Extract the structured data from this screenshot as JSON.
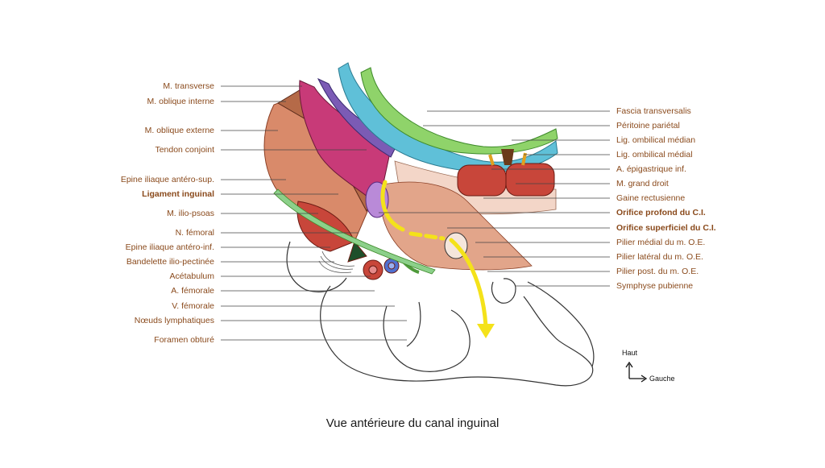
{
  "caption": "Vue antérieure du canal inguinal",
  "labels_left": [
    {
      "text": "M. transverse",
      "bold": false
    },
    {
      "text": "M. oblique interne",
      "bold": false
    },
    {
      "text": "M. oblique externe",
      "bold": false
    },
    {
      "text": "Tendon conjoint",
      "bold": false
    },
    {
      "text": "Epine iliaque antéro-sup.",
      "bold": false
    },
    {
      "text": "Ligament inguinal",
      "bold": true
    },
    {
      "text": "M. ilio-psoas",
      "bold": false
    },
    {
      "text": "N. fémoral",
      "bold": false
    },
    {
      "text": "Epine iliaque antéro-inf.",
      "bold": false
    },
    {
      "text": "Bandelette ilio-pectinée",
      "bold": false
    },
    {
      "text": "Acétabulum",
      "bold": false
    },
    {
      "text": "A. fémorale",
      "bold": false
    },
    {
      "text": "V. fémorale",
      "bold": false
    },
    {
      "text": "Nœuds lymphatiques",
      "bold": false
    },
    {
      "text": "Foramen obturé",
      "bold": false
    }
  ],
  "labels_right": [
    {
      "text": "Fascia transversalis",
      "bold": false
    },
    {
      "text": "Péritoine pariétal",
      "bold": false
    },
    {
      "text": "Lig. ombilical médian",
      "bold": false
    },
    {
      "text": "Lig. ombilical médial",
      "bold": false
    },
    {
      "text": "A. épigastrique inf.",
      "bold": false
    },
    {
      "text": "M. grand droit",
      "bold": false
    },
    {
      "text": "Gaine rectusienne",
      "bold": false
    },
    {
      "text": "Orifice profond du C.I.",
      "bold": true
    },
    {
      "text": "Orifice superficiel du C.I.",
      "bold": true
    },
    {
      "text": "Pilier médial du m. O.E.",
      "bold": false
    },
    {
      "text": "Pilier latéral du m. O.E.",
      "bold": false
    },
    {
      "text": "Pilier post. du m. O.E.",
      "bold": false
    },
    {
      "text": "Symphyse pubienne",
      "bold": false
    }
  ],
  "orientation": {
    "up": "Haut",
    "right": "Gauche"
  },
  "colors": {
    "label_text": "#8a4a1c",
    "leader_line": "#444444",
    "m_transverse": "#7b5bb5",
    "m_oblique_interne": "#c83a78",
    "m_oblique_externe": "#d98a6a",
    "fascia_transversalis": "#5fc0d8",
    "peritoine": "#8fd36a",
    "ligament_inguinal": "#8cd08a",
    "canal_path": "#f4e21a",
    "muscle_red": "#c8463a"
  }
}
